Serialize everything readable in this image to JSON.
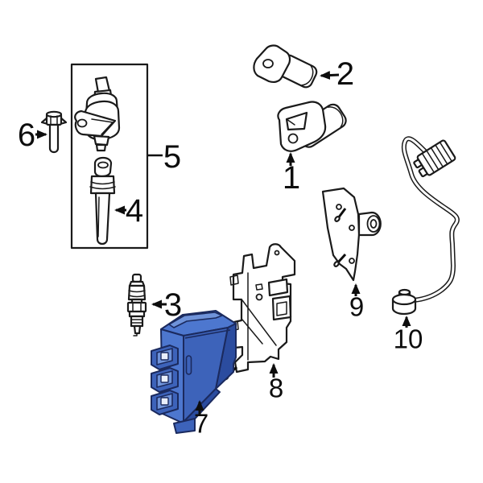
{
  "diagram": {
    "highlighted_callout": "7",
    "colors": {
      "background": "#ffffff",
      "line": "#1a1a1a",
      "highlight": "#3d63ba",
      "highlight_light": "#4d77cf",
      "highlight_lighter": "#6f93da",
      "highlight_dark": "#2b4c9f",
      "highlight_outline": "#1b2a5e",
      "slot": "#e9effc"
    },
    "callouts": [
      {
        "number": "1"
      },
      {
        "number": "2"
      },
      {
        "number": "3"
      },
      {
        "number": "4"
      },
      {
        "number": "5"
      },
      {
        "number": "6"
      },
      {
        "number": "7"
      },
      {
        "number": "8"
      },
      {
        "number": "9"
      },
      {
        "number": "10"
      }
    ]
  }
}
